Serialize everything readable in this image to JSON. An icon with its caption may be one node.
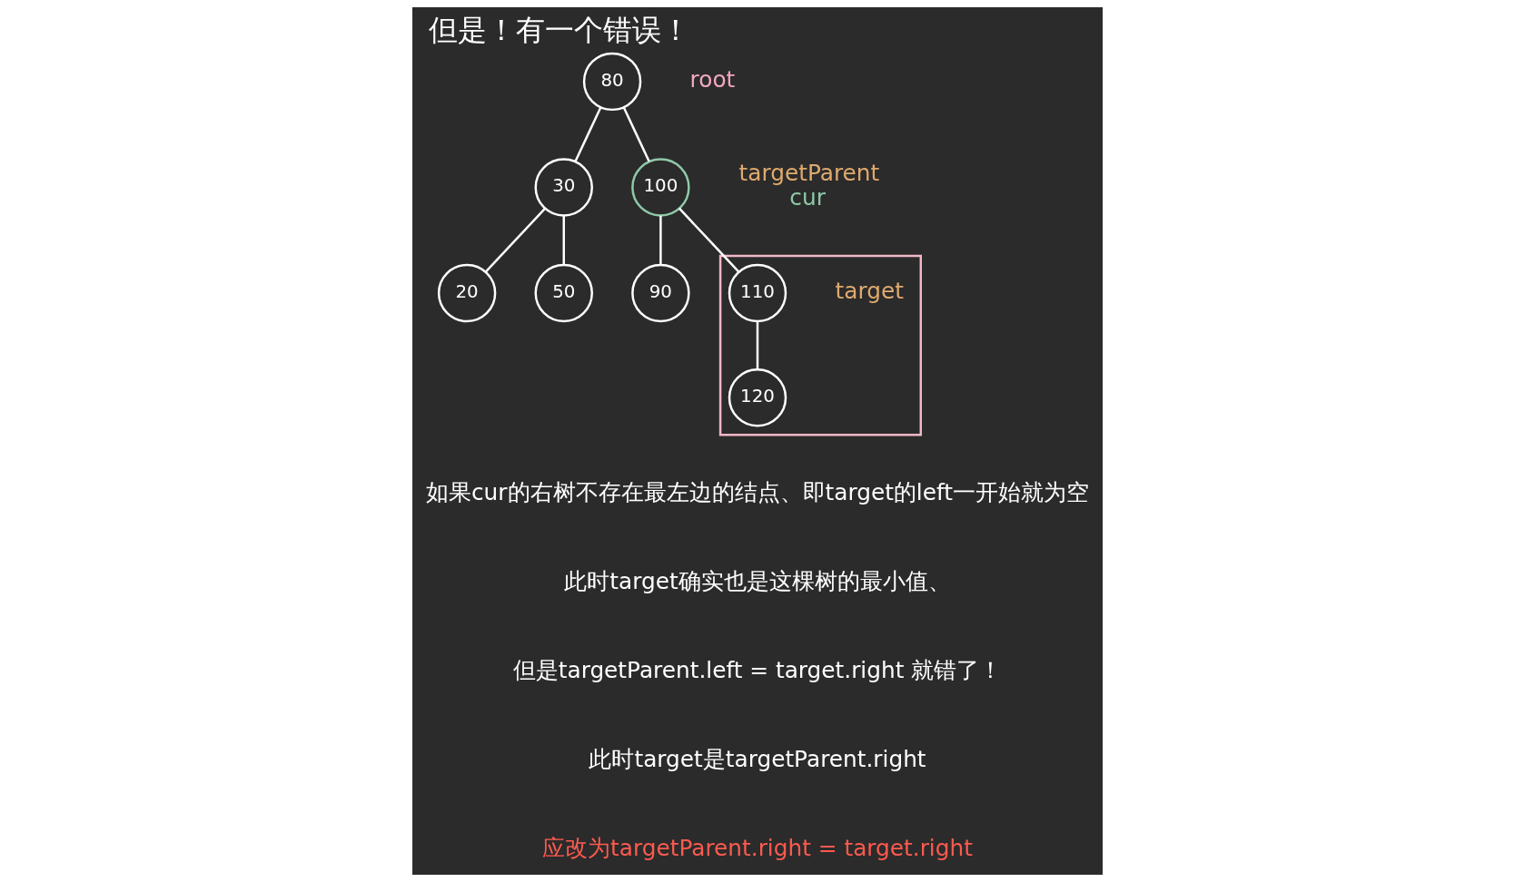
{
  "diagram": {
    "title": "但是！有一个错误！",
    "nodes": [
      {
        "text": [
          "80"
        ],
        "beside": [
          "root"
        ]
      },
      {
        "text": [
          "30"
        ]
      },
      {
        "text": [
          "100"
        ],
        "beside": [
          "targetParent",
          "cur"
        ]
      },
      {
        "text": [
          "20"
        ]
      },
      {
        "text": [
          "50"
        ]
      },
      {
        "text": [
          "90"
        ]
      },
      {
        "text": [],
        "shape": "box"
      },
      {
        "text": [
          "110"
        ],
        "in": 6,
        "beside": [
          "target"
        ]
      },
      {
        "text": [
          "120"
        ],
        "in": 6
      }
    ],
    "edges": [
      {
        "from": 0,
        "to": 1,
        "arrow": "none"
      },
      {
        "from": 0,
        "to": 2,
        "arrow": "none"
      },
      {
        "from": 1,
        "to": 3,
        "arrow": "none"
      },
      {
        "from": 1,
        "to": 4,
        "arrow": "none"
      },
      {
        "from": 2,
        "to": 5,
        "arrow": "none"
      },
      {
        "from": 2,
        "to": 7,
        "arrow": "none"
      },
      {
        "from": 7,
        "to": 8,
        "arrow": "none"
      }
    ],
    "labels": [
      "如果cur的右树不存在最左边的结点、即target的left一开始就为空",
      "此时target确实也是这棵树的最小值、",
      "但是targetParent.left = target.right 就错了！",
      "此时target是targetParent.right",
      "应改为targetParent.right = target.right"
    ]
  }
}
